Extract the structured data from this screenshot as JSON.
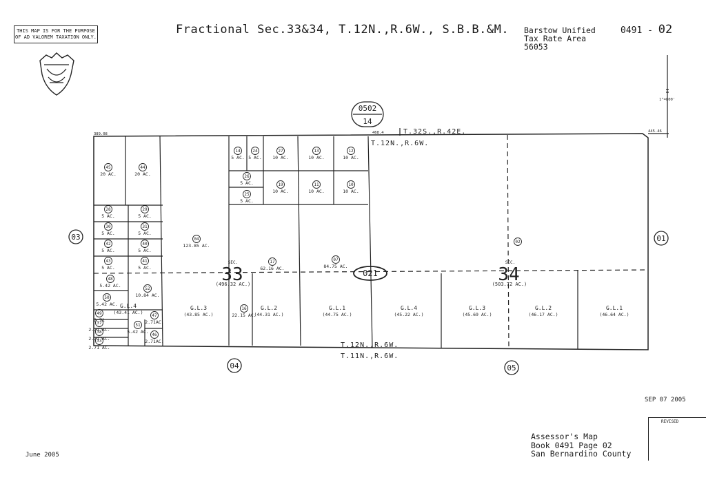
{
  "header": {
    "disclaimer_line1": "THIS MAP IS FOR THE PURPOSE",
    "disclaimer_line2": "OF AD VALOREM TAXATION ONLY.",
    "title": "Fractional Sec.33&34, T.12N.,R.6W., S.B.B.&M.",
    "district": "Barstow Unified",
    "tax_rate_area_label": "Tax Rate Area",
    "tax_rate_area": "56053",
    "book_prefix": "0491 -",
    "page_suffix": "02",
    "scale": "1\"=800'"
  },
  "adjacent_maps": {
    "top_book": "0502",
    "top_page": "14",
    "left": "03",
    "right": "01",
    "bottom_left": "04",
    "bottom_right": "05",
    "center_block": "021"
  },
  "township_labels": {
    "top_line1": "T.32S.,R.42E.",
    "top_line2": "T.12N.,R.6W.",
    "bottom_line1": "T.12N.,R.6W.",
    "bottom_line2": "T.11N.,R.6W."
  },
  "edge_measures": {
    "left": "389.08",
    "middle": "468.4",
    "right": "445.46"
  },
  "sections": {
    "sec_label": "SEC.",
    "sec33": "33",
    "sec33_area": "(496.32 AC.)",
    "sec34": "34",
    "sec34_area": "(503.72 AC.)"
  },
  "parcels_topleft": [
    {
      "num": "45",
      "area": "20 AC."
    },
    {
      "num": "44",
      "area": "20 AC."
    },
    {
      "num": "28",
      "area": "5 AC."
    },
    {
      "num": "29",
      "area": "5 AC."
    },
    {
      "num": "30",
      "area": "5 AC."
    },
    {
      "num": "31",
      "area": "5 AC."
    },
    {
      "num": "42",
      "area": "5 AC."
    },
    {
      "num": "40",
      "area": "5 AC."
    },
    {
      "num": "43",
      "area": "5 AC."
    },
    {
      "num": "41",
      "area": "5 AC."
    },
    {
      "num": "48",
      "area": "5.42 AC."
    },
    {
      "num": "52",
      "area": "10.84 AC."
    },
    {
      "num": "50",
      "area": "5.42 AC."
    },
    {
      "num": "49",
      "area": "2.71"
    },
    {
      "num": "37",
      "area": "2.71 AC."
    },
    {
      "num": "38",
      "area": "2.71 AC."
    },
    {
      "num": "33",
      "area": "2.71 AC."
    },
    {
      "num": "51",
      "area": "5.42 AC."
    },
    {
      "num": "47",
      "area": "2.71AC."
    },
    {
      "num": "46",
      "area": "2.71AC."
    }
  ],
  "parcels_grid": [
    {
      "num": "14",
      "area": "5 AC."
    },
    {
      "num": "24",
      "area": "5 AC."
    },
    {
      "num": "27",
      "area": "10 AC."
    },
    {
      "num": "13",
      "area": "10 AC."
    },
    {
      "num": "12",
      "area": "10 AC."
    },
    {
      "num": "26",
      "area": "5 AC."
    },
    {
      "num": "25",
      "area": "5 AC."
    },
    {
      "num": "19",
      "area": "10 AC."
    },
    {
      "num": "11",
      "area": "10 AC."
    },
    {
      "num": "10",
      "area": "10 AC."
    }
  ],
  "parcels_main": [
    {
      "num": "04",
      "area": "123.85 AC."
    },
    {
      "num": "17",
      "area": "62.16 AC."
    },
    {
      "num": "07",
      "area": "84.75 AC."
    },
    {
      "num": "02",
      "area": ""
    },
    {
      "num": "16",
      "area": "22.15 AC."
    }
  ],
  "gov_lots": [
    {
      "label": "G.L.3",
      "area": "(43.85 AC.)"
    },
    {
      "label": "G.L.2",
      "area": "(44.31 AC.)"
    },
    {
      "label": "G.L.1",
      "area": "(44.75 AC.)"
    },
    {
      "label": "G.L.4",
      "area": "(45.22 AC.)"
    },
    {
      "label": "G.L.3",
      "area": "(45.69 AC.)"
    },
    {
      "label": "G.L.2",
      "area": "(46.17 AC.)"
    },
    {
      "label": "G.L.1",
      "area": "(46.64 AC.)"
    },
    {
      "label": "G.L.4",
      "area": "(43.41 AC.)"
    }
  ],
  "footer": {
    "date_left": "June 2005",
    "date_right": "SEP 07 2005",
    "revised": "REVISED",
    "line1": "Assessor's Map",
    "line2": "Book 0491 Page 02",
    "line3": "San Bernardino County"
  }
}
